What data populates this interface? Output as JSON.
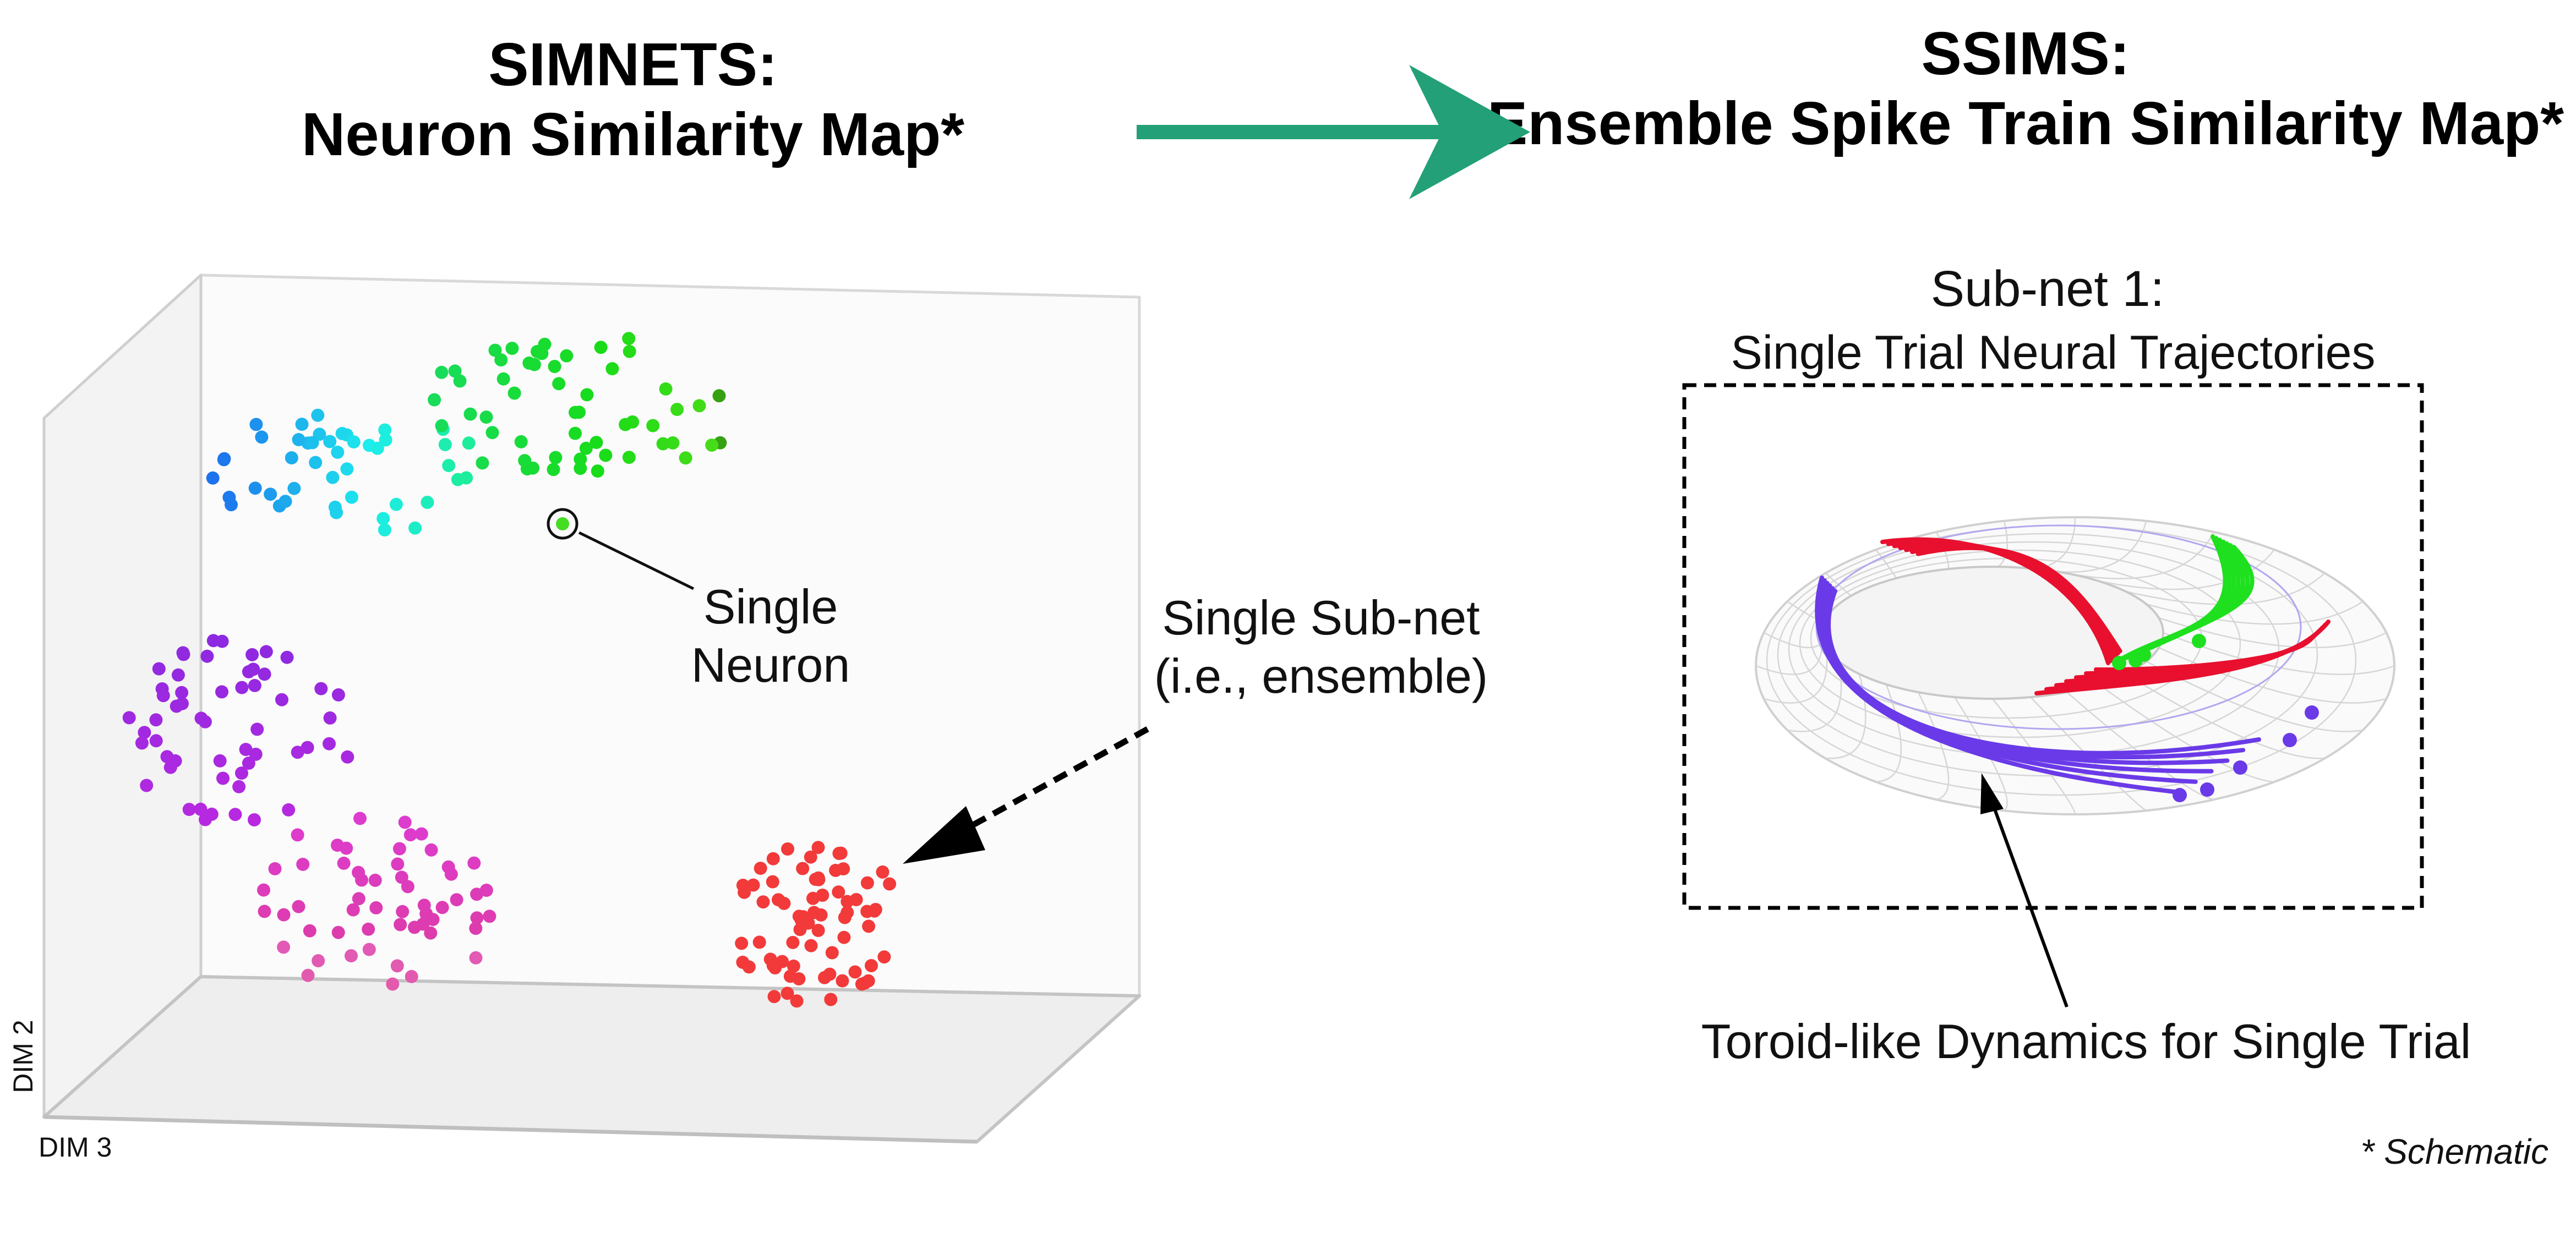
{
  "left_title": {
    "line1": "SIMNETS:",
    "line2": "Neuron Similarity Map*"
  },
  "right_title": {
    "line1": "SSIMS:",
    "line2": "Ensemble Spike Train Similarity Map*"
  },
  "left_panel": {
    "axis_dim2": "DIM 2",
    "axis_dim3": "DIM 3",
    "single_neuron_label": {
      "line1": "Single",
      "line2": "Neuron"
    },
    "single_subnet_label": {
      "line1": "Single Sub-net",
      "line2": "(i.e., ensemble)"
    }
  },
  "right_panel": {
    "subnet_title": "Sub-net 1:",
    "subnet_subtitle": "Single Trial Neural Trajectories",
    "toroid_label": "Toroid-like Dynamics for Single Trial"
  },
  "footnote": "* Schematic",
  "colors": {
    "arrow_green": "#23a078",
    "cluster_red": "#f23a3a",
    "trajectory_red": "#e8102e",
    "trajectory_green": "#1ee01e",
    "trajectory_blue": "#6a3ae8"
  }
}
